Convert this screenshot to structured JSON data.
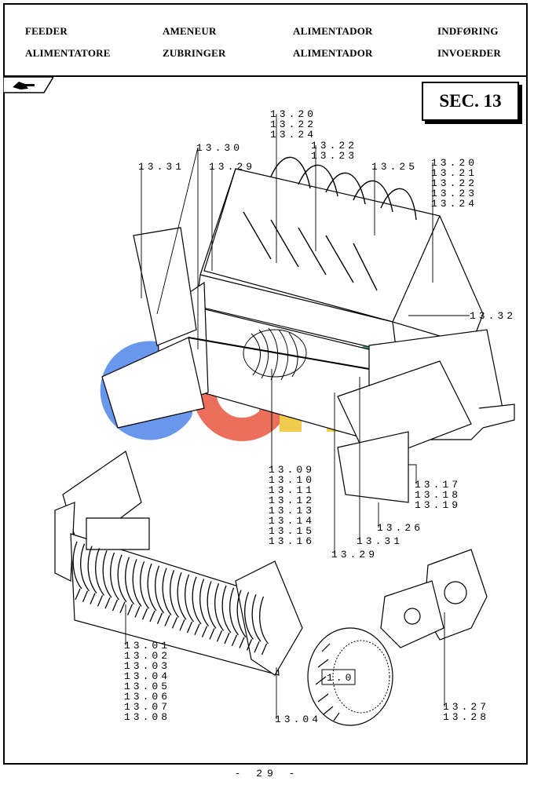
{
  "header": {
    "titles": [
      "FEEDER",
      "AMENEUR",
      "ALIMENTADOR",
      "INDFØRING",
      "ALIMENTATORE",
      "ZUBRINGER",
      "ALIMENTADOR",
      "INVOERDER"
    ]
  },
  "section": "SEC. 13",
  "callouts": [
    "13.20\n13.22\n13.24",
    "13.30",
    "13.22\n13.23",
    "13.31",
    "13.29",
    "13.25",
    "13.20\n13.21\n13.22\n13.23\n13.24",
    "13.32",
    "13.09\n13.10\n13.11\n13.12\n13.13\n13.14\n13.15\n13.16",
    "13.17\n13.18\n13.19",
    "13.26",
    "13.31",
    "13.29",
    "13.01\n13.02\n13.03\n13.04\n13.05\n13.06\n13.07\n13.08",
    "13.04",
    "1.0",
    "13.27\n13.28"
  ],
  "watermark": "CGHC",
  "watermark_colors": [
    "#4f86e8",
    "#e8563f",
    "#f2c22d",
    "#1f9a5e"
  ],
  "page_number": "- 29 -"
}
